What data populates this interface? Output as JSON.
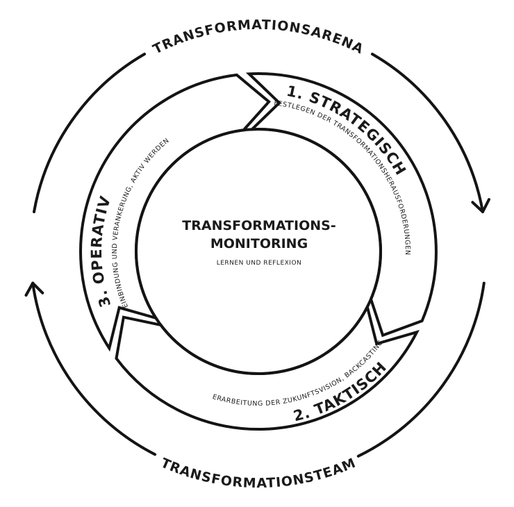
{
  "outer": {
    "top_label": "TRANSFORMATIONSARENA",
    "bottom_label": "TRANSFORMATIONSTEAM"
  },
  "center": {
    "title_line1": "TRANSFORMATIONS-",
    "title_line2": "MONITORING",
    "subtitle": "LERNEN UND REFLEXION"
  },
  "phases": [
    {
      "title": "1. STRATEGISCH",
      "subtitle": "FESTLEGEN DER TRANSFORMATIONSHERAUSFORDERUNGEN"
    },
    {
      "title": "2. TAKTISCH",
      "subtitle": "ERARBEITUNG DER ZUKUNFTSVISION, BACKCASTING"
    },
    {
      "title": "3. OPERATIV",
      "subtitle": "EINBINDUNG UND VERANKERUNG, AKTIV WERDEN"
    }
  ],
  "colors": {
    "stroke": "#141414",
    "background": "#ffffff"
  }
}
